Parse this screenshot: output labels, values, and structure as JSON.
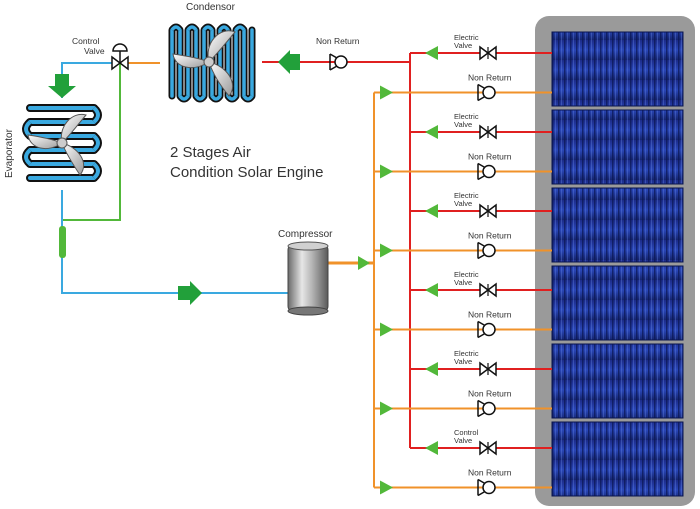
{
  "diagram": {
    "title_line1": "2 Stages Air",
    "title_line2": "Condition Solar Engine",
    "labels": {
      "condensor": "Condensor",
      "evaporator": "Evaporator",
      "control_valve_top_1": "Control",
      "control_valve_top_2": "Valve",
      "non_return_top": "Non Return",
      "compressor": "Compressor"
    },
    "rows": [
      {
        "type": "electric",
        "l1": "Electric",
        "l2": "Valve"
      },
      {
        "type": "nonreturn",
        "l1": "Non Return"
      },
      {
        "type": "electric",
        "l1": "Electric",
        "l2": "Valve"
      },
      {
        "type": "nonreturn",
        "l1": "Non Return"
      },
      {
        "type": "electric",
        "l1": "Electric",
        "l2": "Valve"
      },
      {
        "type": "nonreturn",
        "l1": "Non Return"
      },
      {
        "type": "electric",
        "l1": "Electric",
        "l2": "Valve"
      },
      {
        "type": "nonreturn",
        "l1": "Non Return"
      },
      {
        "type": "electric",
        "l1": "Electric",
        "l2": "Valve"
      },
      {
        "type": "nonreturn",
        "l1": "Non Return"
      },
      {
        "type": "control",
        "l1": "Control",
        "l2": "Valve"
      },
      {
        "type": "nonreturn",
        "l1": "Non Return"
      }
    ],
    "solar_panel_count": 6
  },
  "colors": {
    "red_line": "#e02020",
    "orange_line": "#f0922a",
    "blue_line": "#3aa9e0",
    "green_line": "#52b83a",
    "arrow_green": "#22a03a",
    "panel_bg": "#9a9a9a",
    "panel_dark": "#0a1a6a",
    "panel_light": "#3a5ad0"
  }
}
